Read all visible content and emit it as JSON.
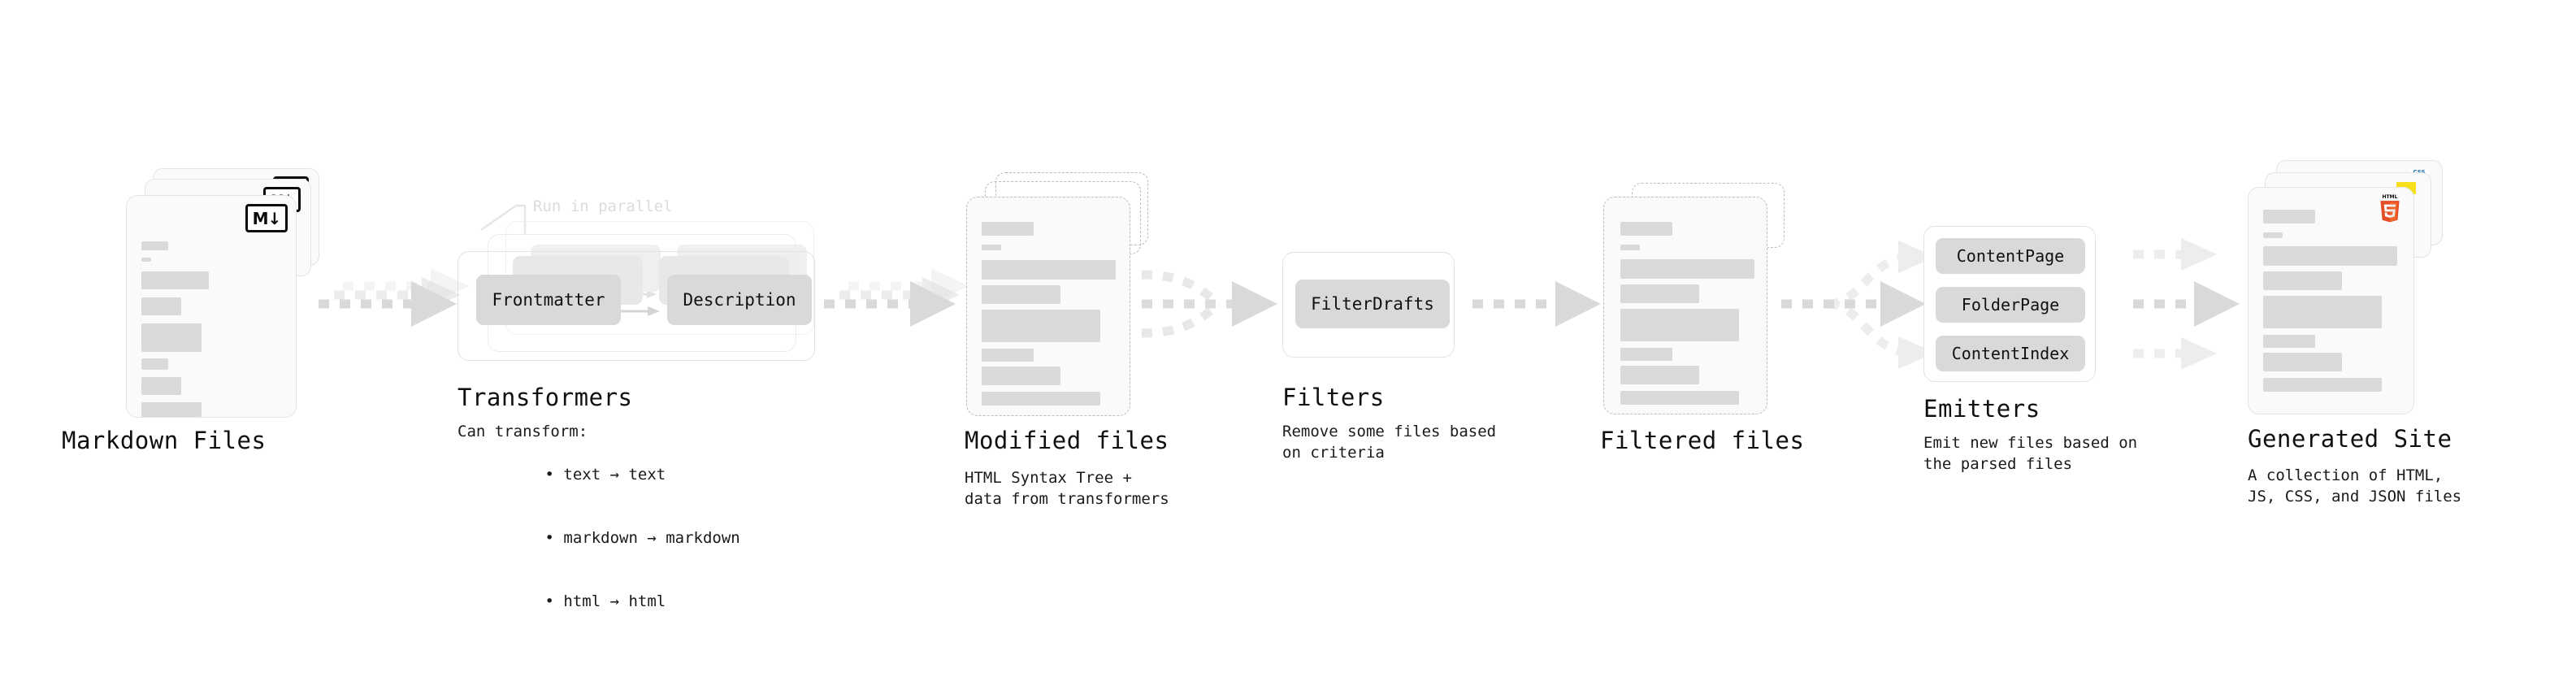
{
  "diagram": {
    "title_font": "monospace",
    "colors": {
      "card_bg": "#fafafa",
      "card_border": "#e4e4e4",
      "dashed_border": "#bdbdbd",
      "content_bar": "#d9d9d9",
      "chip_bg": "#d9d9d9",
      "arrow": "#d9d9d9",
      "arrow_faded": "#ededed",
      "text": "#111111",
      "muted_text": "#dcdcdc",
      "html5_orange": "#e44d26",
      "html5_orange_light": "#f16529",
      "js_yellow": "#f7df1e",
      "css_blue": "#1572b6"
    },
    "stages": [
      {
        "id": "markdown-files",
        "title": "Markdown Files",
        "description": "",
        "badge": "M↓",
        "kind": "file-stack"
      },
      {
        "id": "transformers",
        "title": "Transformers",
        "description": "Can transform:",
        "bullets": [
          "text → text",
          "markdown → markdown",
          "html → html"
        ],
        "annotation": "Run in parallel",
        "chips": [
          "Frontmatter",
          "Description"
        ],
        "kind": "process"
      },
      {
        "id": "modified-files",
        "title": "Modified files",
        "description": "HTML Syntax Tree +\ndata from transformers",
        "kind": "file-stack-dashed"
      },
      {
        "id": "filters",
        "title": "Filters",
        "description": "Remove some files based\non criteria",
        "chips": [
          "FilterDrafts"
        ],
        "kind": "process"
      },
      {
        "id": "filtered-files",
        "title": "Filtered files",
        "description": "",
        "kind": "file-stack-dashed"
      },
      {
        "id": "emitters",
        "title": "Emitters",
        "description": "Emit new files based on\nthe parsed files",
        "chips": [
          "ContentPage",
          "FolderPage",
          "ContentIndex"
        ],
        "kind": "process"
      },
      {
        "id": "generated-site",
        "title": "Generated Site",
        "description": "A collection of HTML,\nJS, CSS, and JSON files",
        "badges": [
          "HTML5",
          "JS",
          "CSS"
        ],
        "kind": "file-stack"
      }
    ]
  }
}
